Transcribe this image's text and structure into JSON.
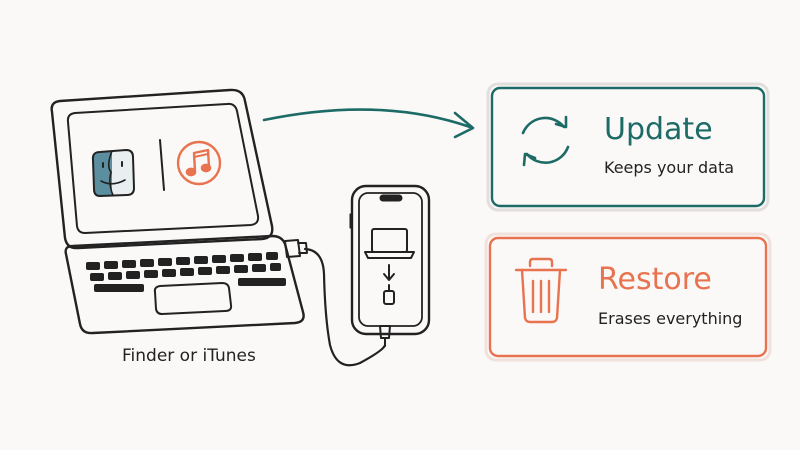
{
  "colors": {
    "teal": "#1d6b66",
    "coral": "#e8734f",
    "ink": "#222222",
    "background": "#fbf8f8",
    "finder_blue": "#5b8fa0"
  },
  "icons": {
    "finder": "finder-icon",
    "itunes": "music-note-icon",
    "update": "sync-arrows-icon",
    "restore": "trash-icon"
  },
  "laptop": {
    "caption": "Finder or iTunes"
  },
  "options": {
    "update": {
      "title": "Update",
      "subtitle": "Keeps your data"
    },
    "restore": {
      "title": "Restore",
      "subtitle": "Erases everything"
    }
  }
}
